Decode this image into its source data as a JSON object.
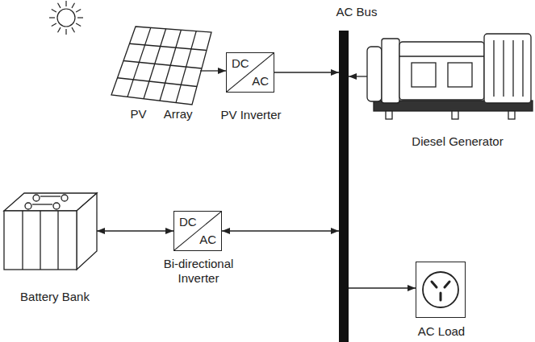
{
  "diagram": {
    "nodes": [
      {
        "text": [
          "PV Array"
        ]
      },
      {
        "text": [
          "DC",
          "AC",
          "PV Inverter"
        ]
      },
      {
        "text": [
          "AC Bus"
        ]
      },
      {
        "text": [
          "Diesel Generator"
        ]
      },
      {
        "text": [
          "Battery Bank"
        ]
      },
      {
        "text": [
          "DC",
          "AC",
          "Bi-directional Inverter"
        ]
      },
      {
        "text": [
          "AC Load"
        ]
      }
    ],
    "edges": [
      {
        "from": 0,
        "to": 1,
        "arrow": "to"
      },
      {
        "from": 1,
        "to": 2,
        "arrow": "to"
      },
      {
        "from": 3,
        "to": 2,
        "arrow": "to"
      },
      {
        "from": 4,
        "to": 5,
        "arrow": "both"
      },
      {
        "from": 5,
        "to": 2,
        "arrow": "both"
      },
      {
        "from": 2,
        "to": 6,
        "arrow": "to"
      }
    ]
  }
}
